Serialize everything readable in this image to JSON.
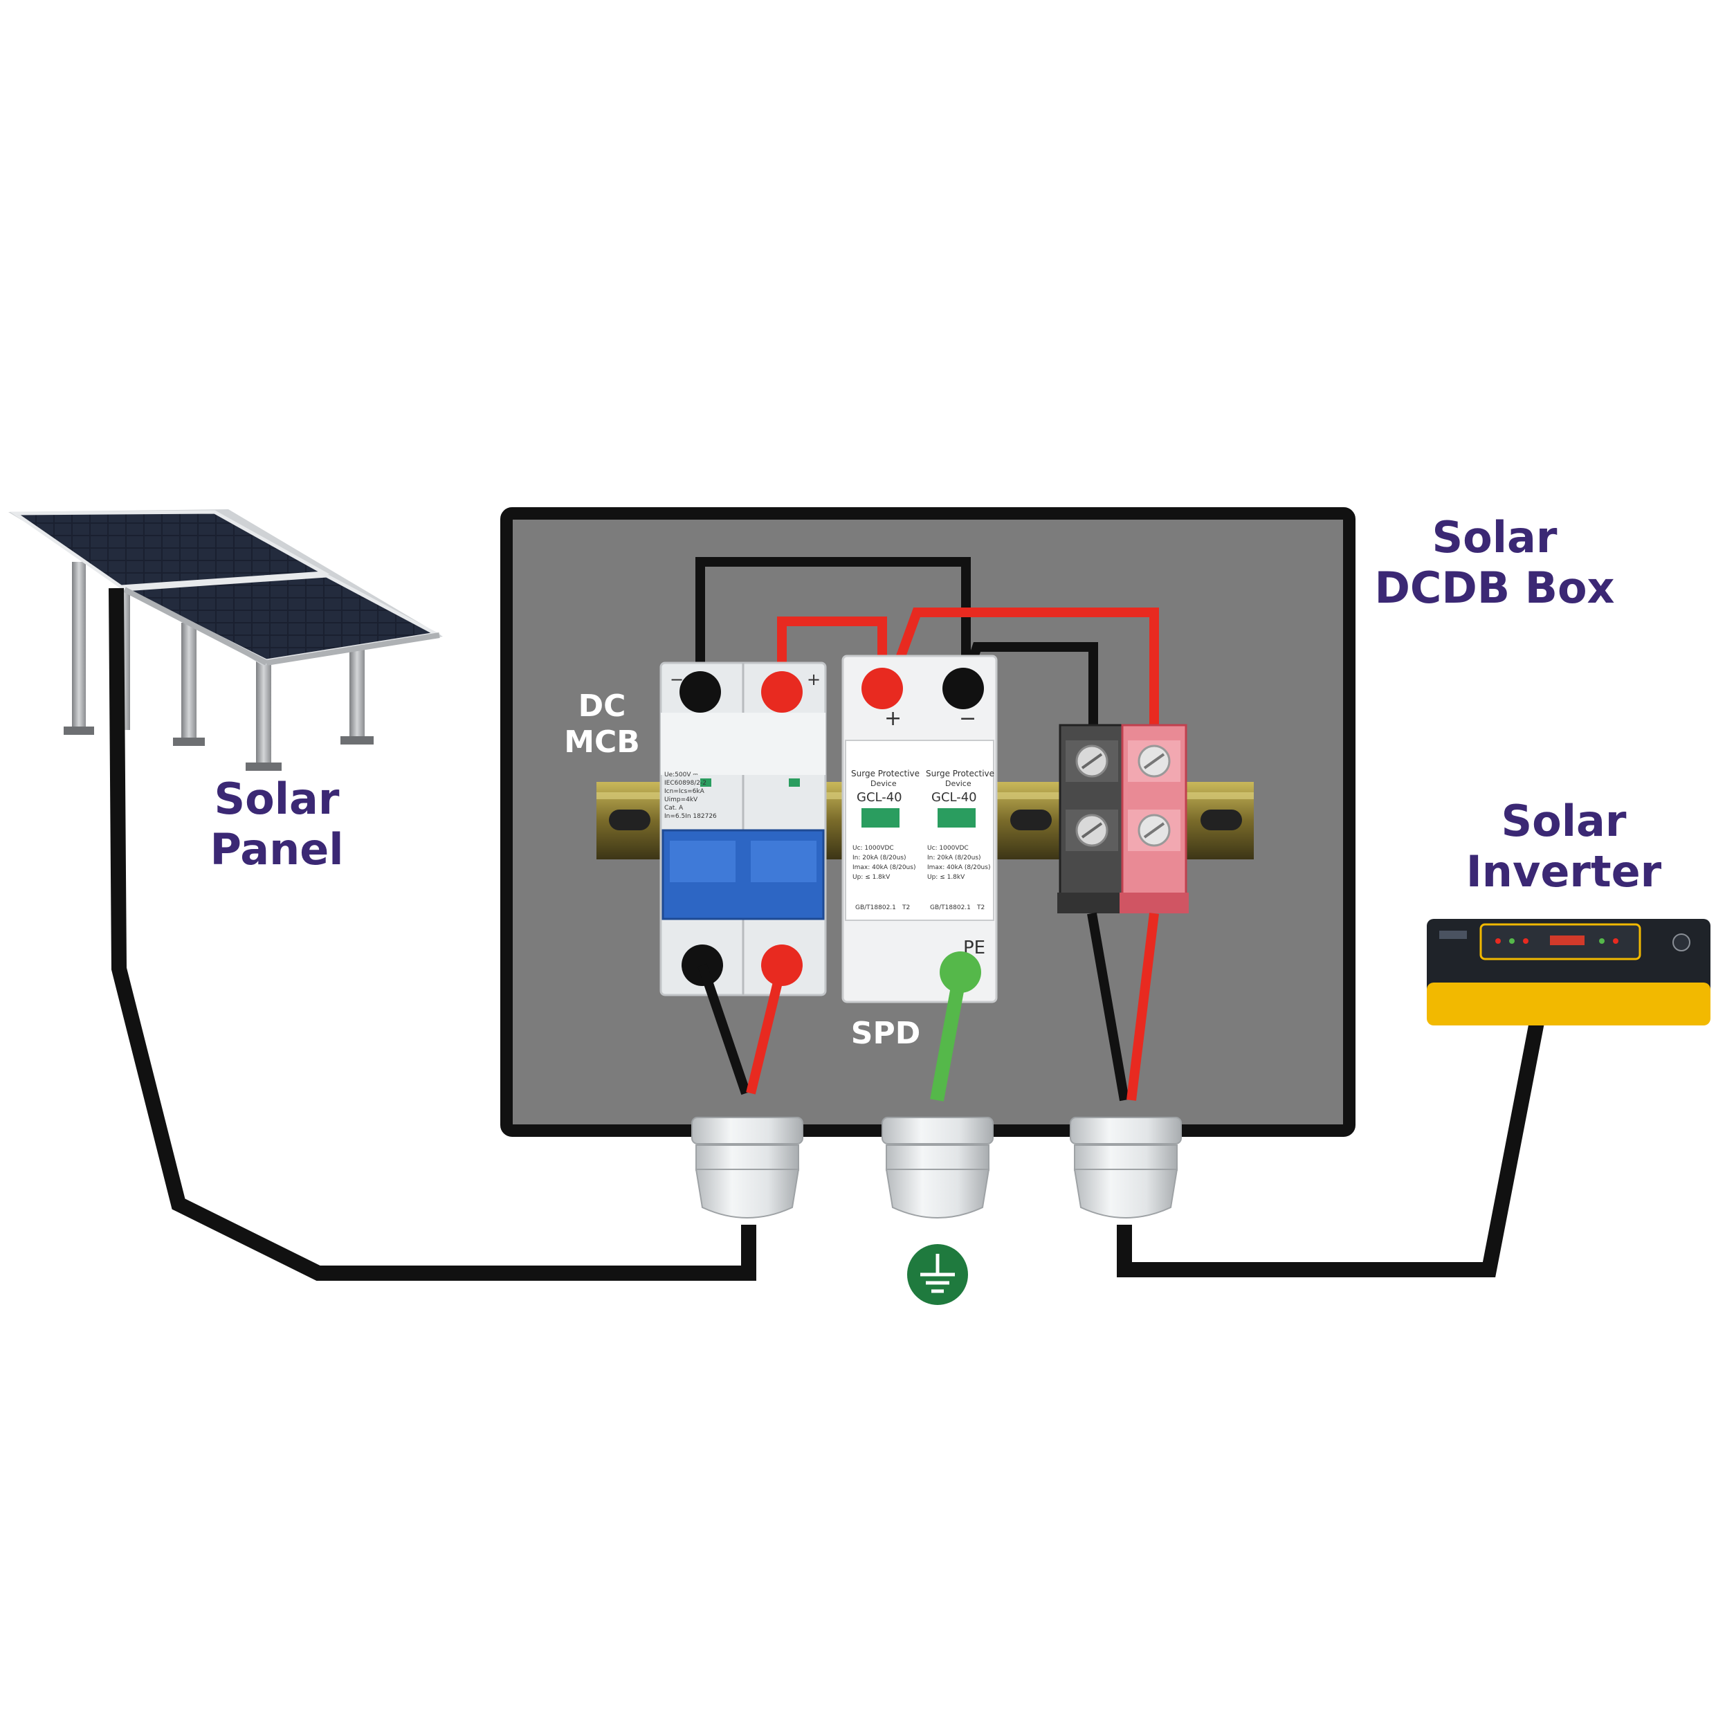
{
  "labels": {
    "solar_panel": [
      "Solar",
      "Panel"
    ],
    "dcdb_box": [
      "Solar",
      "DCDB Box"
    ],
    "solar_inverter": [
      "Solar",
      "Inverter"
    ],
    "dc_mcb": [
      "DC",
      "MCB"
    ],
    "spd": "SPD"
  },
  "spd_module": {
    "title_line1": "Surge Protective",
    "title_line2": "Device",
    "model": "GCL-40",
    "specs": [
      "Uc:    1000VDC",
      "In:   20kA (8/20us)",
      "Imax: 40kA (8/20us)",
      "Up:  ≤ 1.8kV"
    ],
    "standard": "GB/T18802.1",
    "class_mark": "T2",
    "plus_mark": "+",
    "minus_mark": "−",
    "pe_mark": "PE"
  },
  "mcb_module": {
    "spec_lines": [
      "Ue:500V ⎓",
      "IEC60898/2-2",
      "Icn=Ics=6kA",
      "Uimp=4kV",
      "Cat. A",
      "In=6.5In  182726"
    ],
    "plus_mark": "+",
    "minus_mark": "−"
  },
  "colors": {
    "enclosure_fill": "#7c7c7c",
    "enclosure_border": "#111111",
    "wire_positive": "#e82a20",
    "wire_negative": "#111111",
    "wire_earth": "#55b84a",
    "label_text": "#3b2874",
    "mcb_toggle": "#2d66c4",
    "inverter_body": "#f2b900",
    "earth_badge": "#1f7a3e"
  },
  "icons": [
    "solar-panel-icon",
    "inverter-icon",
    "cable-gland-icon",
    "earth-ground-icon",
    "din-rail-icon",
    "terminal-block-icon"
  ]
}
